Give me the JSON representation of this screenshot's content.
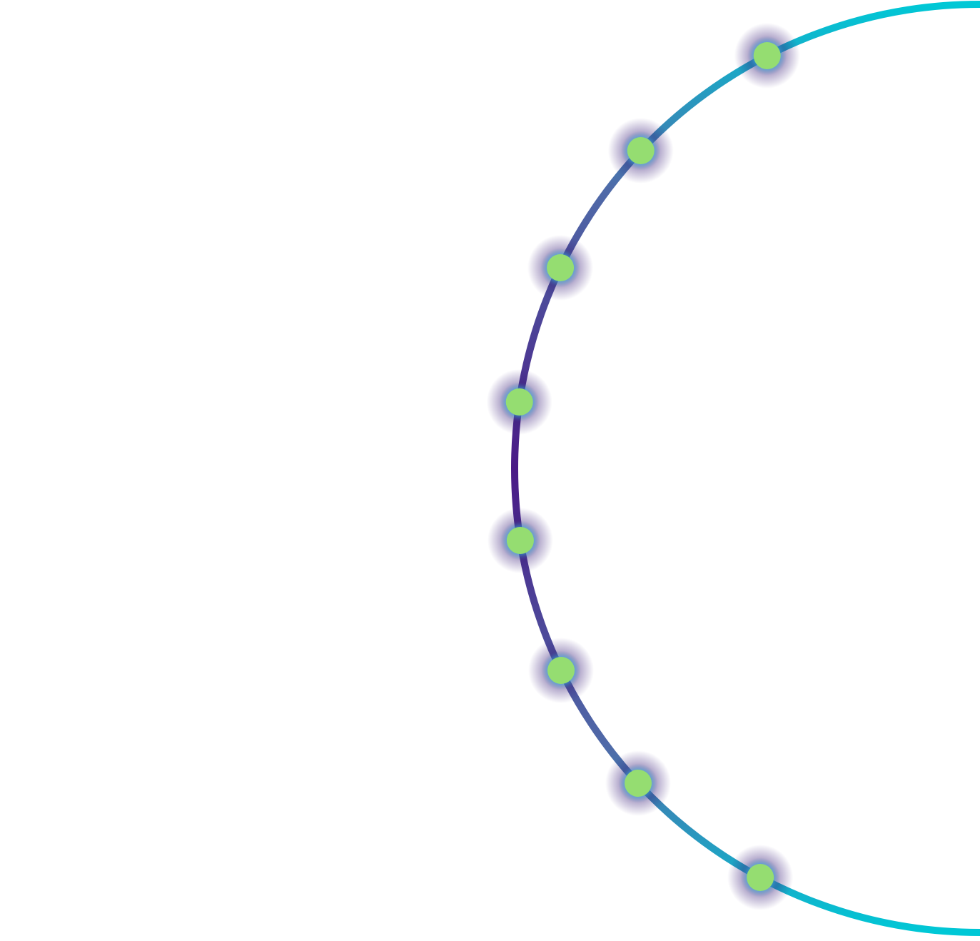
{
  "colors": {
    "background": "#ffffff",
    "arc_end": "#00c8d6",
    "arc_mid": "#4f6aa8",
    "arc_center": "#4a1a86",
    "node_fill": "#95dd71",
    "node_glow_inner": "#3aa5d8",
    "node_glow_outer": "#3a1f7a"
  },
  "arc": {
    "shape": "half-circle-open-right",
    "gradient": "cyan-to-purple-to-cyan"
  },
  "nodes": [
    {
      "id": "node-1"
    },
    {
      "id": "node-2"
    },
    {
      "id": "node-3"
    },
    {
      "id": "node-4"
    },
    {
      "id": "node-5"
    },
    {
      "id": "node-6"
    },
    {
      "id": "node-7"
    },
    {
      "id": "node-8"
    }
  ]
}
